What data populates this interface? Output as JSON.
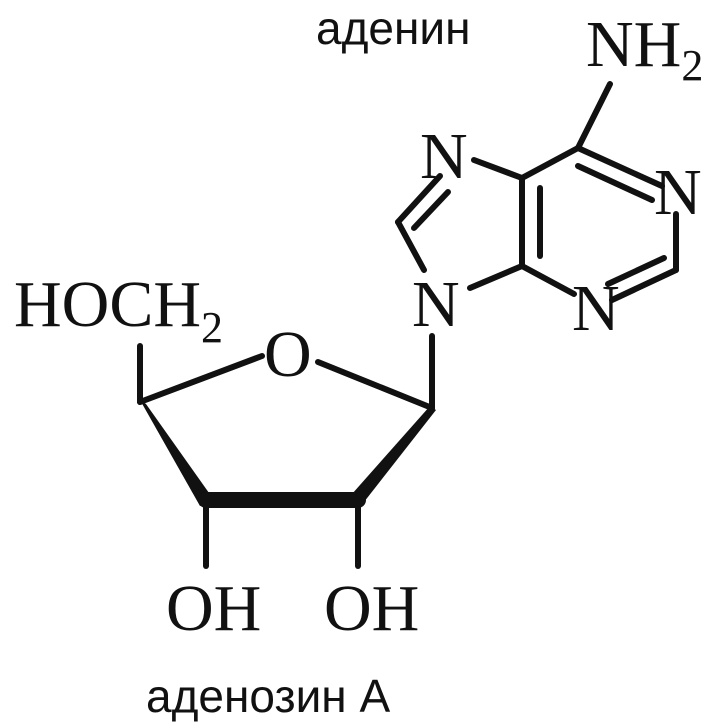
{
  "top_label": "аденин",
  "bottom_label": "аденозин А",
  "atoms": {
    "nh2_main": "NH",
    "nh2_sub": "2",
    "n7": "N",
    "n1": "N",
    "n9": "N",
    "n3": "N",
    "hoch2_main": "HOCH",
    "hoch2_sub": "2",
    "ring_o": "O",
    "oh_left": "OH",
    "oh_right": "OH"
  }
}
